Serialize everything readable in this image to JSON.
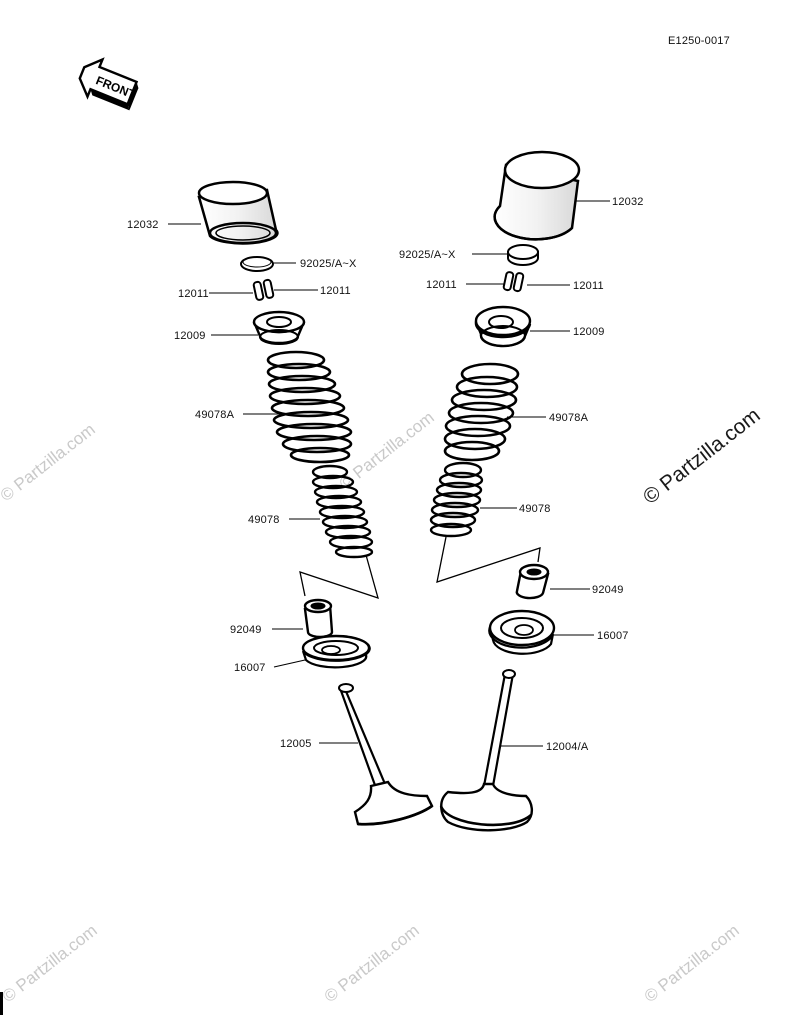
{
  "diagram_code": "E1250-0017",
  "front_badge": "FRONT",
  "watermark": "© Partzilla.com",
  "callouts": {
    "left_tappet": "12032",
    "left_shim": "92025/A~X",
    "left_keeper_a": "12011",
    "left_keeper_b": "12011",
    "left_retainer": "12009",
    "left_outer_spring": "49078A",
    "left_inner_spring": "49078",
    "left_stem_seal": "92049",
    "left_spring_seat": "16007",
    "left_valve": "12005",
    "right_tappet": "12032",
    "right_shim": "92025/A~X",
    "right_keeper_a": "12011",
    "right_keeper_b": "12011",
    "right_retainer": "12009",
    "right_outer_spring": "49078A",
    "right_inner_spring": "49078",
    "right_stem_seal": "92049",
    "right_spring_seat": "16007",
    "right_valve": "12004/A"
  }
}
